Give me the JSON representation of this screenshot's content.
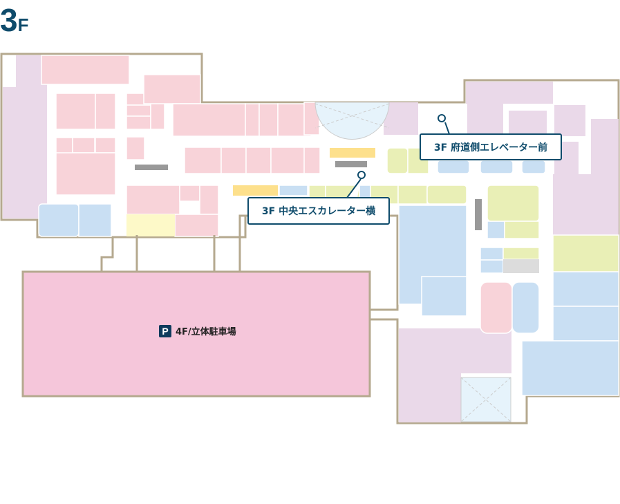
{
  "floor": {
    "number": "3",
    "suffix": "F"
  },
  "callouts": [
    {
      "label": "3F 府道側エレベーター前"
    },
    {
      "label": "3F 中央エスカレーター横"
    }
  ],
  "parking": {
    "icon": "P",
    "label": "4F/立体駐車場"
  },
  "colors": {
    "accent": "#0e4b6b",
    "wall": "#b5a98f",
    "pink": "#f8d3d9",
    "lavender": "#ead9e9",
    "blue": "#c9dff3",
    "lime": "#e9efb6",
    "yellow": "#fde08c",
    "parking": "#f5c6da"
  }
}
